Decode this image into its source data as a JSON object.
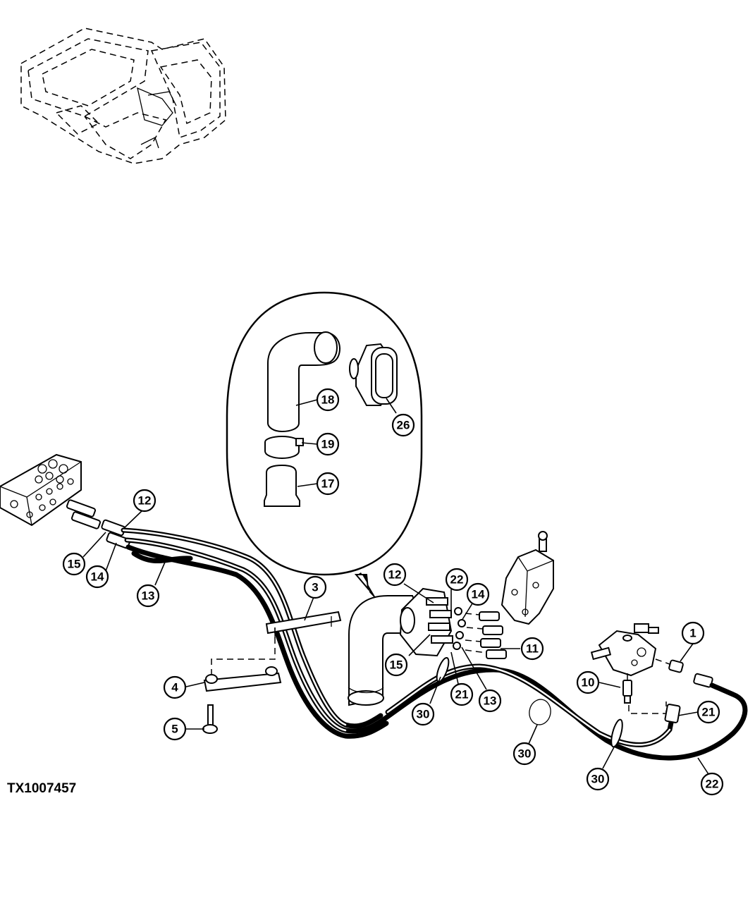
{
  "figure_id": "TX1007457",
  "callouts": [
    "1",
    "3",
    "4",
    "5",
    "10",
    "11",
    "12",
    "13",
    "14",
    "15",
    "17",
    "18",
    "19",
    "21",
    "22",
    "26",
    "30"
  ],
  "callout_labels": {
    "c12a": "12",
    "c15a": "15",
    "c14a": "14",
    "c13a": "13",
    "c3": "3",
    "c4": "4",
    "c5": "5",
    "c18": "18",
    "c19": "19",
    "c17": "17",
    "c26": "26",
    "c12b": "12",
    "c22a": "22",
    "c14b": "14",
    "c11": "11",
    "c15b": "15",
    "c21a": "21",
    "c13b": "13",
    "c30a": "30",
    "c1": "1",
    "c10": "10",
    "c21b": "21",
    "c30b": "30",
    "c30c": "30",
    "c22b": "22"
  }
}
